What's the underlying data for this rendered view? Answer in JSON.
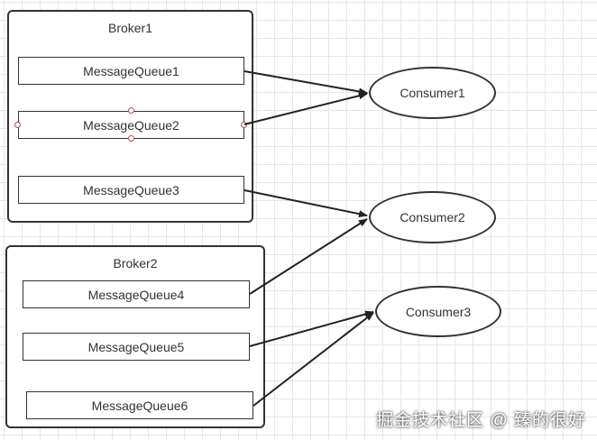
{
  "brokers": [
    {
      "title": "Broker1",
      "queues": [
        "MessageQueue1",
        "MessageQueue2",
        "MessageQueue3"
      ]
    },
    {
      "title": "Broker2",
      "queues": [
        "MessageQueue4",
        "MessageQueue5",
        "MessageQueue6"
      ]
    }
  ],
  "consumers": [
    "Consumer1",
    "Consumer2",
    "Consumer3"
  ],
  "assignments": [
    {
      "from": "MessageQueue1",
      "to": "Consumer1"
    },
    {
      "from": "MessageQueue2",
      "to": "Consumer1"
    },
    {
      "from": "MessageQueue3",
      "to": "Consumer2"
    },
    {
      "from": "MessageQueue4",
      "to": "Consumer2"
    },
    {
      "from": "MessageQueue5",
      "to": "Consumer3"
    },
    {
      "from": "MessageQueue6",
      "to": "Consumer3"
    }
  ],
  "watermark": "掘金技术社区 @ 臻的很好",
  "colors": {
    "stroke": "#333333",
    "grid": "#e6e6e6",
    "handle": "#b05050"
  }
}
